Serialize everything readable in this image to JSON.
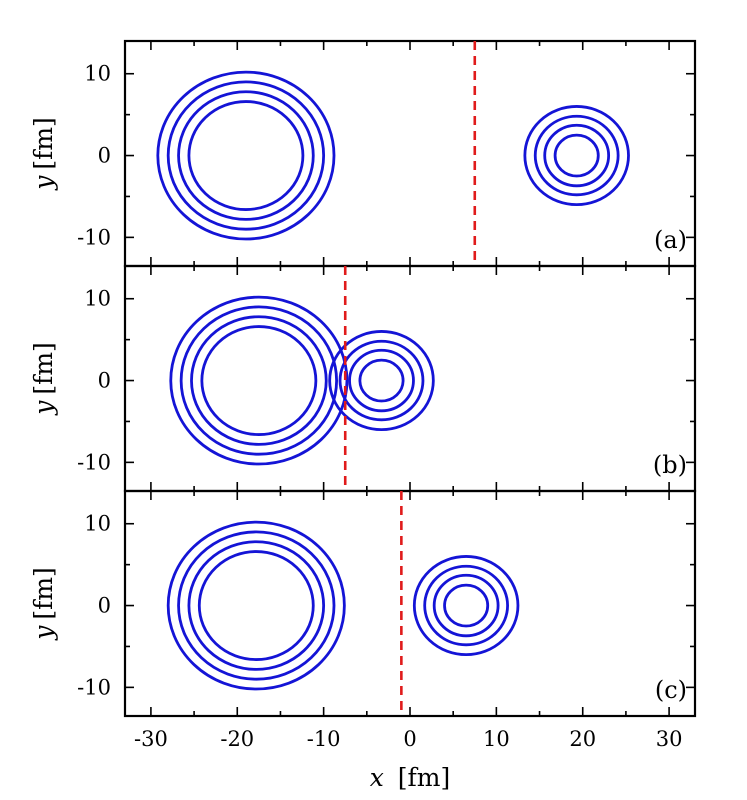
{
  "chart_data": {
    "type": "contour",
    "xlabel_var": "x",
    "xlabel_unit": "[fm]",
    "ylabel_var": "y",
    "ylabel_unit": "[fm]",
    "xlim": [
      -33,
      33
    ],
    "ylim": [
      -13.5,
      14
    ],
    "x_ticks": [
      -30,
      -20,
      -10,
      0,
      10,
      20,
      30
    ],
    "y_ticks": [
      10,
      0,
      -10
    ],
    "colors": {
      "contour": "#1414d6",
      "separator": "#e01b1b"
    },
    "panels": [
      {
        "label": "(a)",
        "separator_x": 7.5,
        "fragments": [
          {
            "cx": -19,
            "radii": [
              10.2,
              9.0,
              7.8,
              6.6
            ]
          },
          {
            "cx": 19.3,
            "radii": [
              6.0,
              4.8,
              3.7,
              2.5
            ]
          }
        ]
      },
      {
        "label": "(b)",
        "separator_x": -7.5,
        "fragments": [
          {
            "cx": -17.5,
            "radii": [
              10.2,
              9.0,
              7.8,
              6.6
            ]
          },
          {
            "cx": -3.3,
            "radii": [
              6.0,
              4.8,
              3.7,
              2.5
            ]
          }
        ]
      },
      {
        "label": "(c)",
        "separator_x": -1,
        "fragments": [
          {
            "cx": -17.8,
            "radii": [
              10.2,
              9.0,
              7.8,
              6.6
            ]
          },
          {
            "cx": 6.5,
            "radii": [
              6.0,
              4.8,
              3.7,
              2.5
            ]
          }
        ]
      }
    ]
  }
}
